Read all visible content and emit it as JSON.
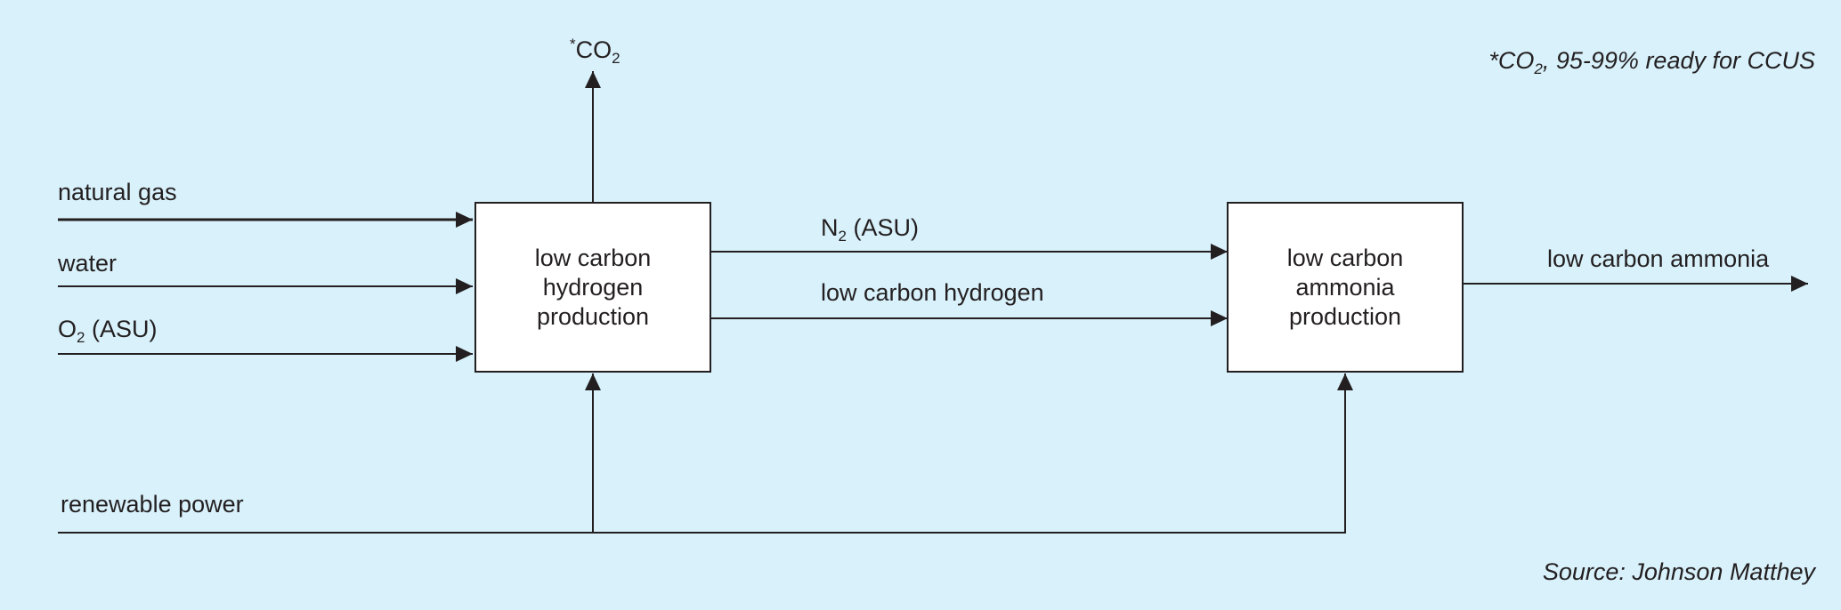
{
  "inputs": {
    "natural_gas": "natural gas",
    "water": "water",
    "o2_main": "O",
    "o2_sub": "2",
    "o2_suffix": " (ASU)",
    "renewable_power": "renewable power"
  },
  "co2_output": {
    "star": "*",
    "main": "CO",
    "sub": "2"
  },
  "hydrogen_box": {
    "line1": "low carbon",
    "line2": "hydrogen",
    "line3": "production"
  },
  "ammonia_box": {
    "line1": "low carbon",
    "line2": "ammonia",
    "line3": "production"
  },
  "flows": {
    "n2_main": "N",
    "n2_sub": "2",
    "n2_suffix": " (ASU)",
    "hydrogen": "low carbon hydrogen",
    "ammonia": "low carbon ammonia"
  },
  "footnote": {
    "prefix": "*CO",
    "sub": "2",
    "suffix": ", 95-99% ready for CCUS"
  },
  "source": "Source: Johnson Matthey",
  "colors": {
    "background": "#d8f1fb",
    "ink": "#231f20",
    "box_fill": "#ffffff"
  }
}
